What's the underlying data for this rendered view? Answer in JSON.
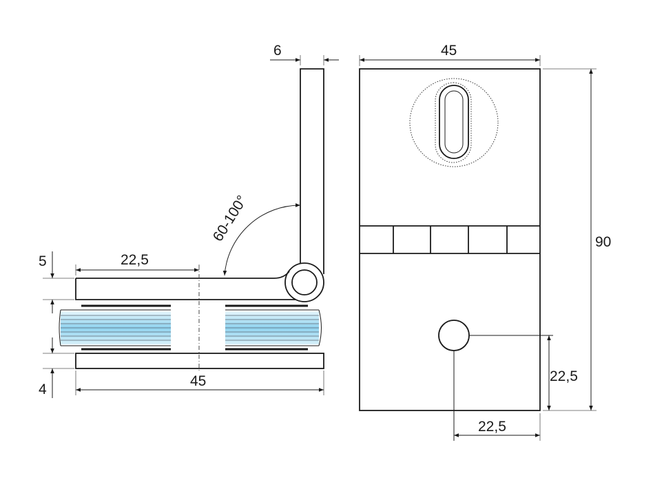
{
  "dimensions": {
    "hinge_leaf_thickness": "6",
    "width_top": "45",
    "height": "90",
    "angle": "60-100°",
    "glass_half_width": "22,5",
    "base_width": "45",
    "top_plate_thickness": "5",
    "bottom_plate_thickness": "4",
    "hole_offset_vertical": "22,5",
    "hole_offset_horizontal": "22,5"
  },
  "colors": {
    "stroke": "#1a1a1a",
    "glass_light": "#e6f6fc",
    "glass_mid": "#a8dcf0",
    "glass_dark": "#6cc4e6"
  }
}
